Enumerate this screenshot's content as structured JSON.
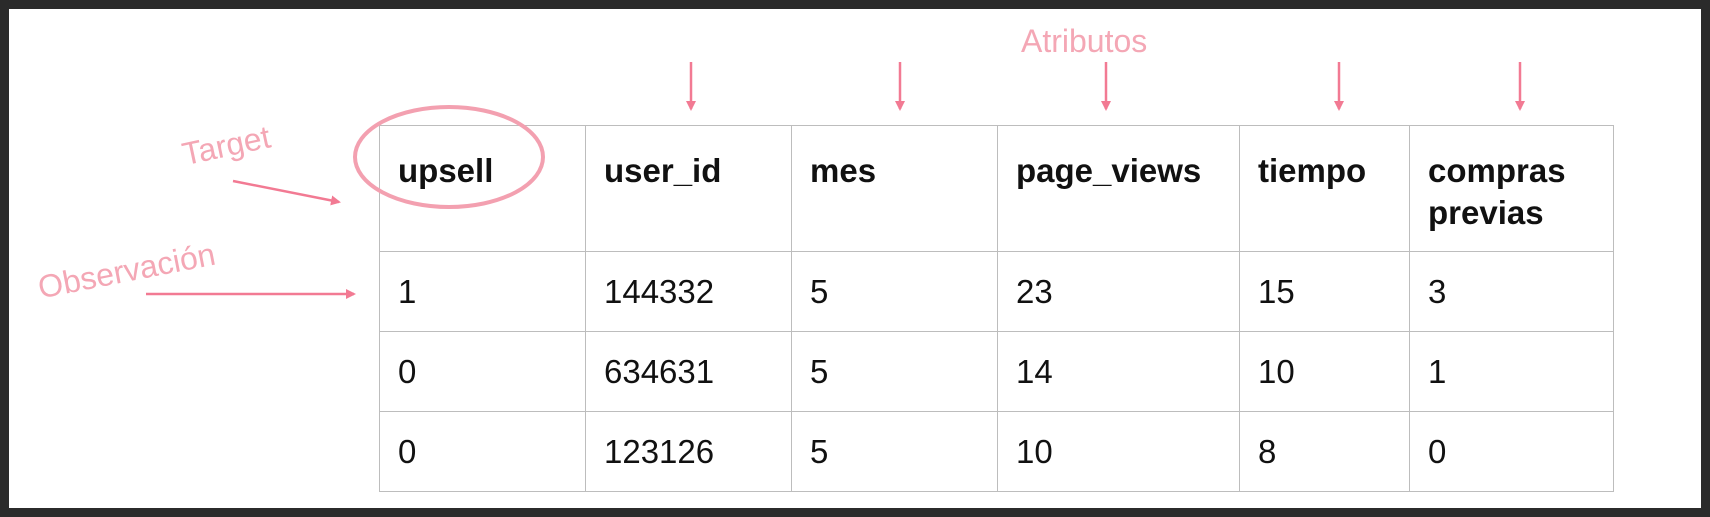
{
  "annotations": {
    "attributes_label": "Atributos",
    "target_label": "Target",
    "observation_label": "Observación"
  },
  "colors": {
    "annotation": "#f27a93",
    "annotation_text": "#f4a7b5",
    "border": "#bdbdbd"
  },
  "table": {
    "headers": [
      "upsell",
      "user_id",
      "mes",
      "page_views",
      "tiempo",
      "compras previas"
    ],
    "rows": [
      [
        "1",
        "144332",
        "5",
        "23",
        "15",
        "3"
      ],
      [
        "0",
        "634631",
        "5",
        "14",
        "10",
        "1"
      ],
      [
        "0",
        "123126",
        "5",
        "10",
        "8",
        "0"
      ]
    ]
  }
}
